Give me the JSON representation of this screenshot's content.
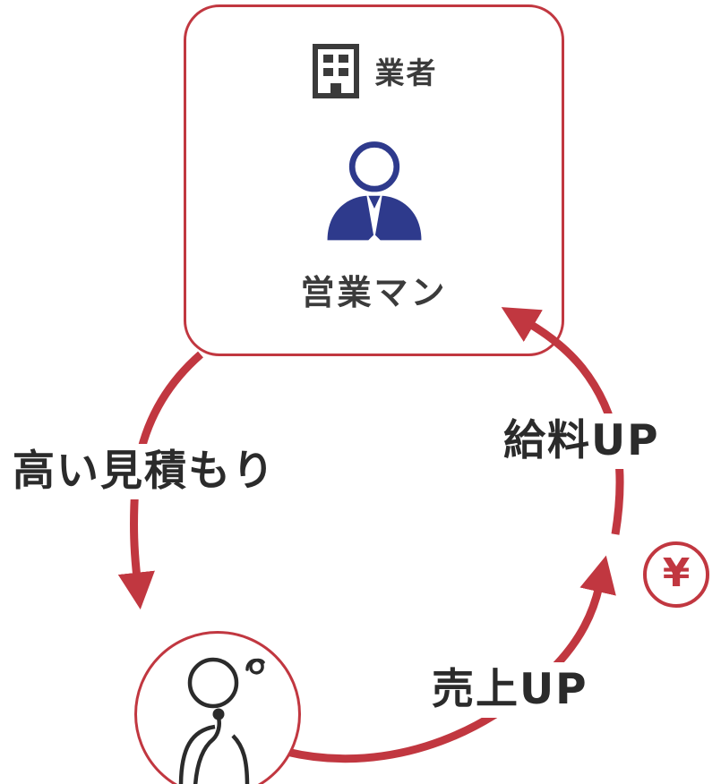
{
  "colors": {
    "red": "#c13740",
    "navy": "#2e3a8c",
    "ink": "#2b2b2b",
    "icon-dark": "#3b3b3b"
  },
  "vendor_box": {
    "company_label": "業者",
    "salesman_label": "営業マン"
  },
  "labels": {
    "high_estimate": "高い見積もり",
    "salary_up": "給料UP",
    "sales_up": "売上UP"
  },
  "yen_icon": {
    "symbol": "¥"
  },
  "icons": {
    "building": "building-icon",
    "salesman": "salesman-icon",
    "thinking_person": "thinking-person-icon",
    "yen": "yen-circle-icon",
    "arrows": "curved-cycle-arrows"
  }
}
